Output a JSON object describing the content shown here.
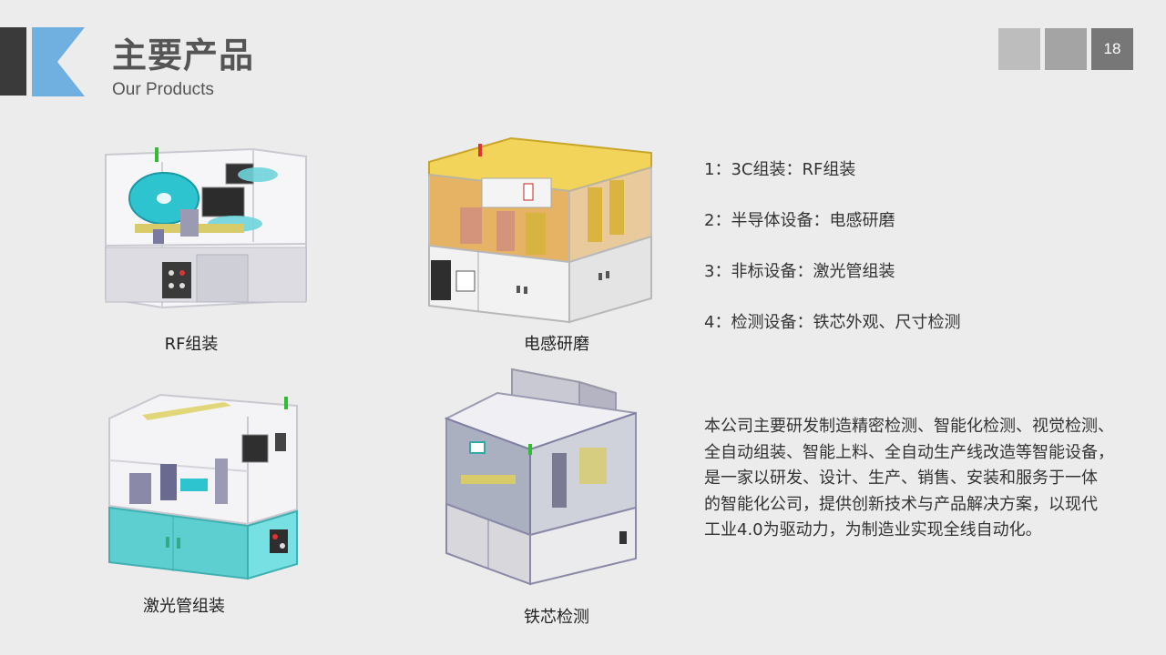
{
  "header": {
    "title": "主要产品",
    "subtitle": "Our Products",
    "page_number": "18"
  },
  "colors": {
    "logo_dark": "#3a3a3a",
    "logo_blue": "#6fb0e0",
    "square_light": "#bdbdbd",
    "square_mid": "#a4a4a4",
    "square_page": "#777777"
  },
  "products": [
    {
      "caption": "RF组装",
      "icon": "rf-assembly-machine-image"
    },
    {
      "caption": "电感研磨",
      "icon": "inductor-grinding-machine-image"
    },
    {
      "caption": "激光管组装",
      "icon": "laser-tube-assembly-machine-image"
    },
    {
      "caption": "铁芯检测",
      "icon": "iron-core-inspection-machine-image"
    }
  ],
  "list": [
    "1：3C组装：RF组装",
    "2：半导体设备：电感研磨",
    "3：非标设备：激光管组装",
    "4：检测设备：铁芯外观、尺寸检测"
  ],
  "description": [
    "本公司主要研发制造精密检测、智能化检测、视觉检测、",
    "全自动组装、智能上料、全自动生产线改造等智能设备，",
    "是一家以研发、设计、生产、销售、安装和服务于一体",
    "的智能化公司，提供创新技术与产品解决方案，以现代",
    "工业4.0为驱动力，为制造业实现全线自动化。"
  ]
}
